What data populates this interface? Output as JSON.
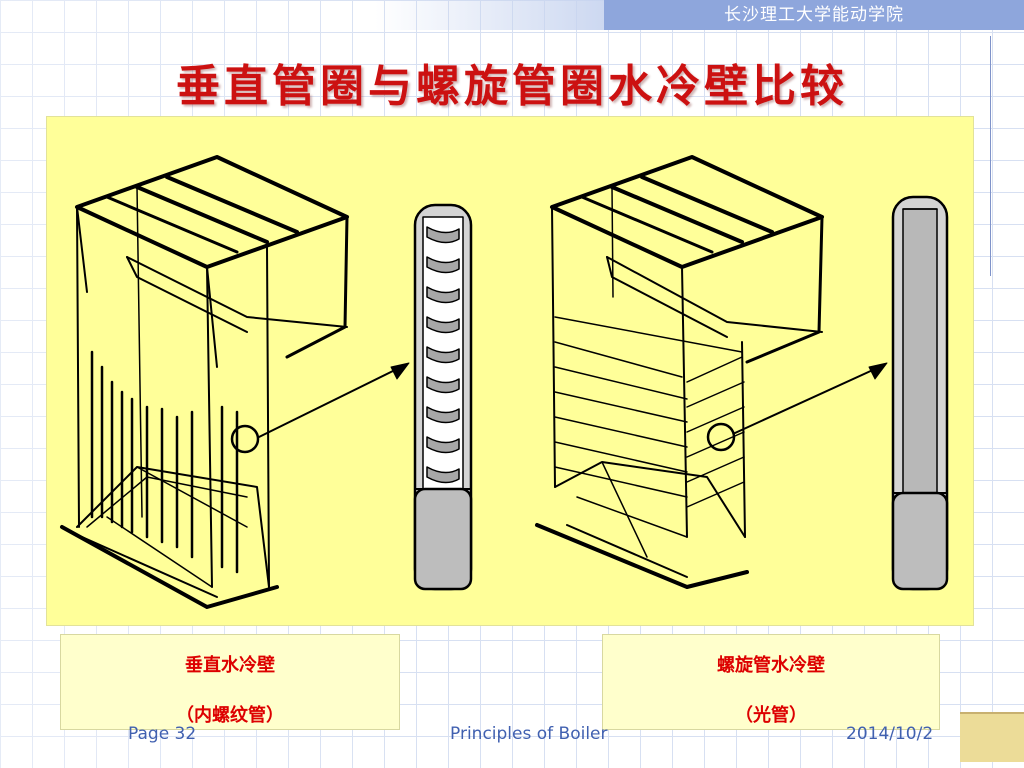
{
  "header": {
    "institution": "长沙理工大学能动学院"
  },
  "slide": {
    "title": "垂直管圈与螺旋管圈水冷壁比较"
  },
  "diagram": {
    "captions": {
      "left_line1": "垂直水冷壁",
      "left_line2": "（内螺纹管）",
      "right_line1": "螺旋管水冷壁",
      "right_line2": "（光管）"
    },
    "colors": {
      "panel_background": "#ffff99",
      "line": "#000000",
      "tube": "#b0b0b0",
      "title": "#cc1111"
    }
  },
  "footer": {
    "page": "Page 32",
    "course": "Principles of Boiler",
    "date": "2014/10/2"
  }
}
